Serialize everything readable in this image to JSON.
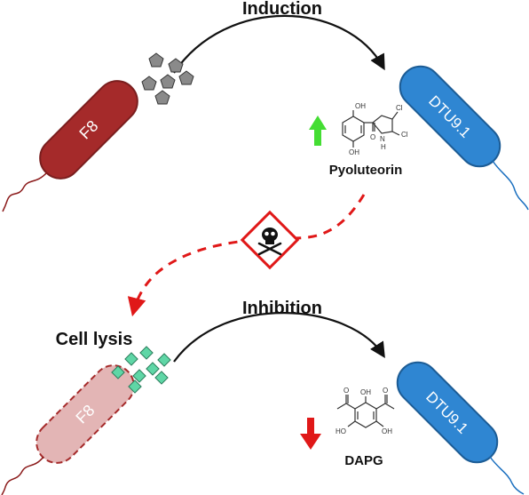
{
  "titles": {
    "induction": "Induction",
    "inhibition": "Inhibition",
    "cell_lysis": "Cell lysis"
  },
  "cells": {
    "f8_top": "F8",
    "dtu_top": "DTU9.1",
    "f8_bottom": "F8",
    "dtu_bottom": "DTU9.1"
  },
  "compounds": {
    "pyoluteorin": "Pyoluteorin",
    "dapg": "DAPG"
  },
  "chem_labels": {
    "oh": "OH",
    "cl": "Cl",
    "o": "O",
    "h": "H",
    "n": "N",
    "ho": "HO"
  },
  "colors": {
    "f8": "#a52a2a",
    "f8_lysed": "#e3b5b5",
    "dtu": "#2f86d2",
    "up_arrow": "#44dd33",
    "down_arrow": "#e01818",
    "dashed": "#e01818",
    "pentagon": "#808080",
    "diamond": "#5fd6a6"
  },
  "icons": {
    "hazard": "skull-crossbones-icon"
  }
}
